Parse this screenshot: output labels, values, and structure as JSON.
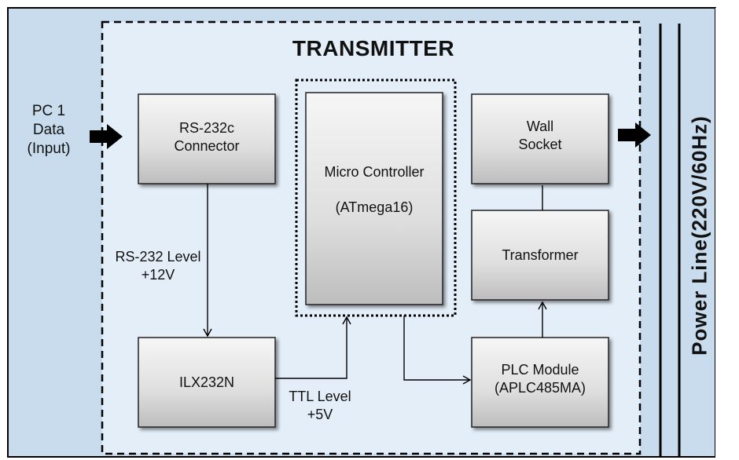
{
  "title": "TRANSMITTER",
  "input_label": "PC 1\nData\n(Input)",
  "output_label": "Power Line(220V/60Hz)",
  "blocks": {
    "rs232": "RS-232c\nConnector",
    "ilx": "ILX232N",
    "mcu": "Micro Controller\n\n(ATmega16)",
    "wall": "Wall\nSocket",
    "transformer": "Transformer",
    "plc": "PLC Module\n(APLC485MA)"
  },
  "edge_labels": {
    "rs232_level": "RS-232 Level\n+12V",
    "ttl_level": "TTL Level\n+5V"
  },
  "colors": {
    "outer_fill": "#c8dcee",
    "inner_fill": "#e4eef8",
    "block_fill_top": "#f4f4f4",
    "block_fill_bottom": "#c4c4c4",
    "line": "#000000"
  }
}
